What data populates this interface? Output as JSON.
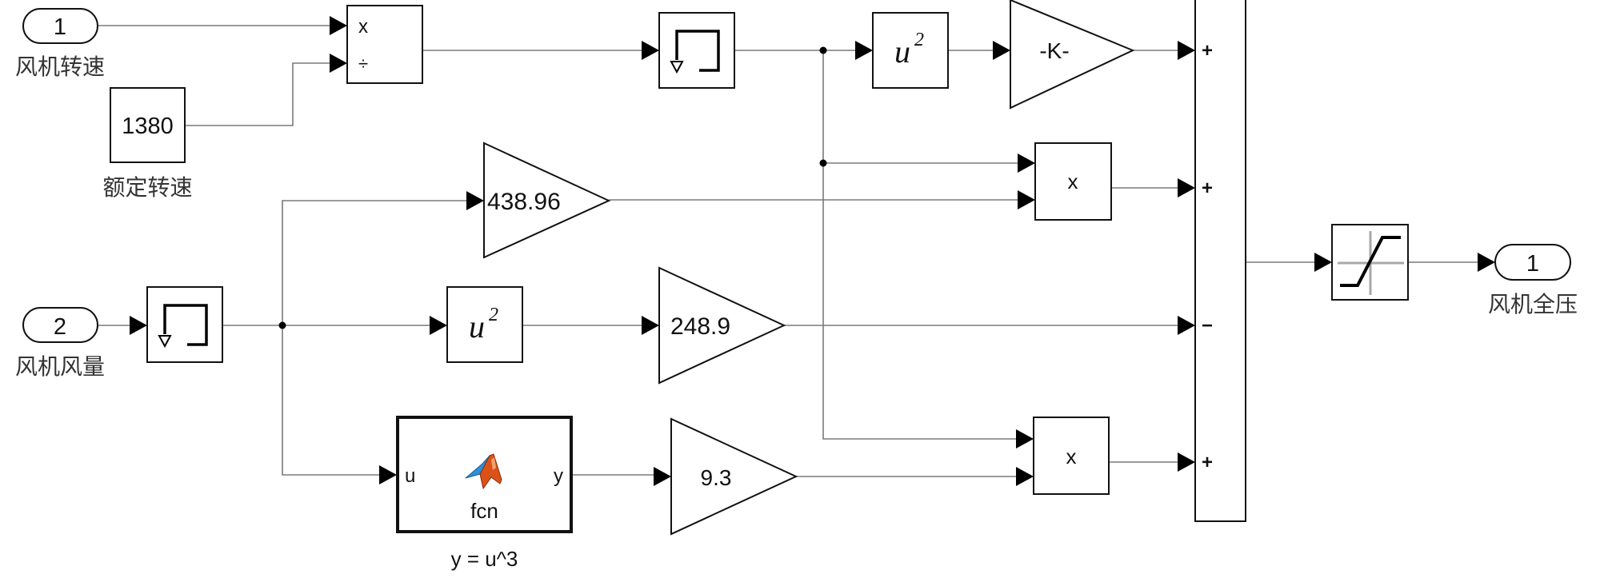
{
  "diagram": {
    "type": "simulink-block-diagram",
    "inports": [
      {
        "number": "1",
        "label": "风机转速"
      },
      {
        "number": "2",
        "label": "风机风量"
      }
    ],
    "outports": [
      {
        "number": "1",
        "label": "风机全压"
      }
    ],
    "constant": {
      "value": "1380",
      "label": "额定转速"
    },
    "divide": {
      "input1_sign": "x",
      "input2_sign": "÷"
    },
    "square_blocks": [
      {
        "base": "u",
        "exponent": "2"
      },
      {
        "base": "u",
        "exponent": "2"
      }
    ],
    "gains": {
      "top": "-K-",
      "g438": "438.96",
      "g248": "248.9",
      "g93": "9.3"
    },
    "products": [
      {
        "sign": "x"
      },
      {
        "sign": "x"
      }
    ],
    "matlab_function": {
      "name": "fcn",
      "input_port": "u",
      "output_port": "y",
      "annotation": "y = u^3",
      "logo_colors": {
        "orange": "#d95319",
        "blue": "#2f8fd8"
      }
    },
    "sum": {
      "signs": [
        "+",
        "+",
        "−",
        "+"
      ]
    },
    "saturation": {
      "icon": "saturation-icon"
    }
  }
}
